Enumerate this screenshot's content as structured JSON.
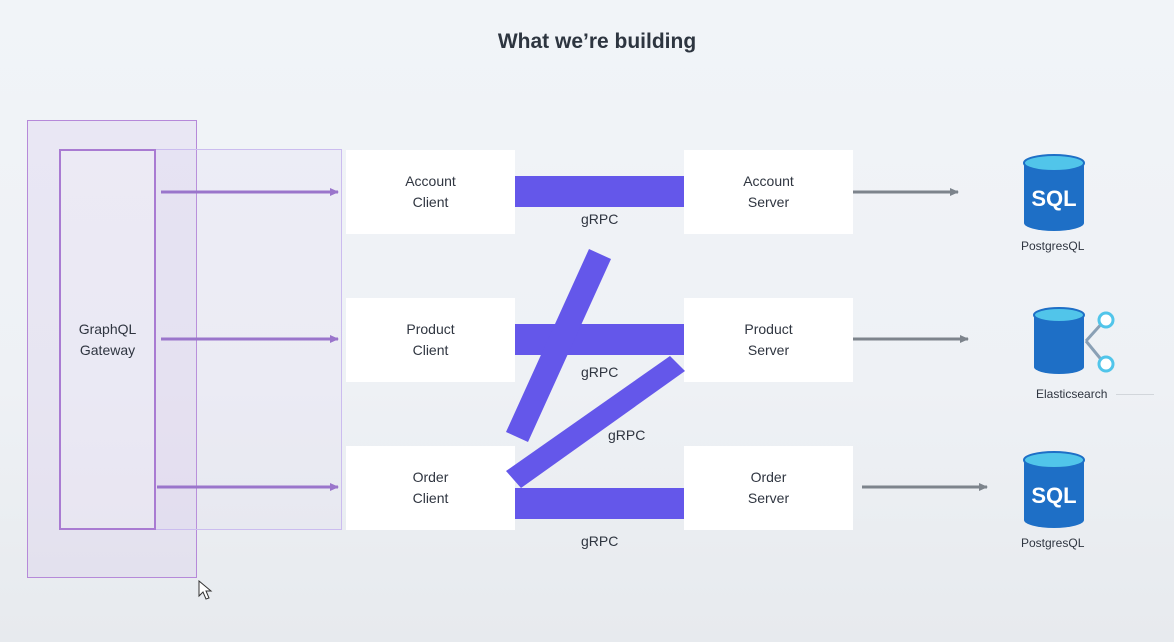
{
  "title": "What we’re building",
  "gateway": "GraphQL\nGateway",
  "clients": [
    "Account\nClient",
    "Product\nClient",
    "Order\nClient"
  ],
  "servers": [
    "Account\nServer",
    "Product\nServer",
    "Order\nServer"
  ],
  "links": [
    "gRPC",
    "gRPC",
    "gRPC",
    "gRPC"
  ],
  "databases": [
    {
      "icon": "sql-database-icon",
      "label": "PostgresQL",
      "text": "SQL"
    },
    {
      "icon": "elasticsearch-database-icon",
      "label": "Elasticsearch"
    },
    {
      "icon": "sql-database-icon",
      "label": "PostgresQL",
      "text": "SQL"
    }
  ],
  "colors": {
    "link": "#6457ea",
    "gateway_arrow": "#9a75cb",
    "server_arrow": "#7d848c",
    "db_blue": "#1e6fc6",
    "db_top": "#51c5ea"
  }
}
